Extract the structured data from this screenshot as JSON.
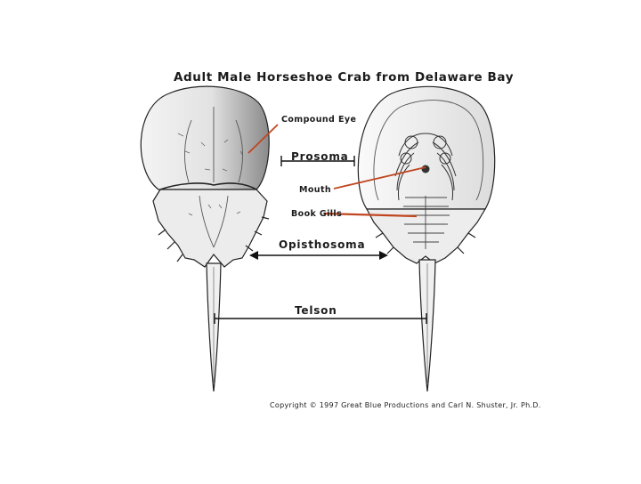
{
  "title": "Adult Male Horseshoe Crab from Delaware Bay",
  "labels": {
    "compound_eye": "Compound Eye",
    "prosoma": "Prosoma",
    "mouth": "Mouth",
    "book_gills": "Book Gills",
    "opisthosoma": "Opisthosoma",
    "telson": "Telson"
  },
  "copyright": "Copyright © 1997 Great Blue Productions and Carl N. Shuster, Jr. Ph.D.",
  "colors": {
    "pointer": "#c0461f",
    "ink": "#1b1b1b"
  },
  "views": [
    "dorsal",
    "ventral"
  ]
}
